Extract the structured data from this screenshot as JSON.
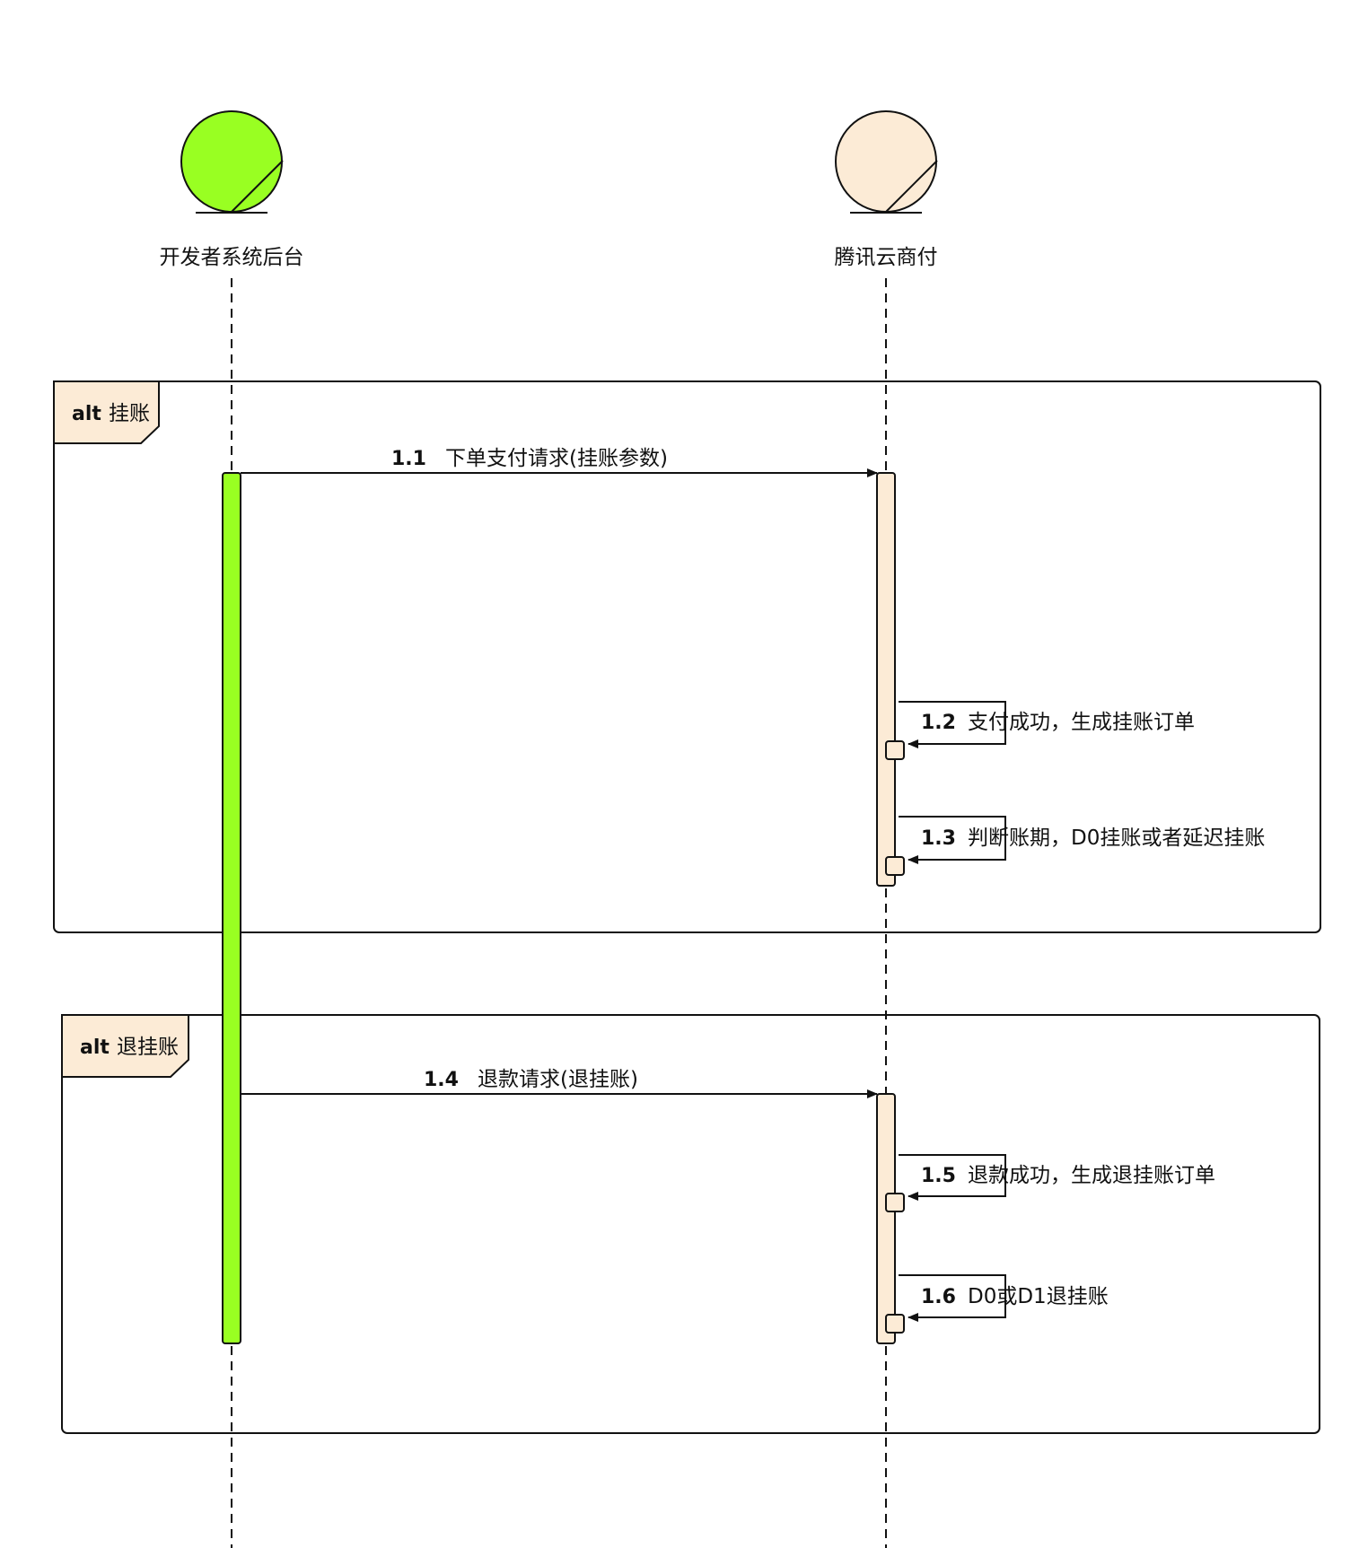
{
  "colors": {
    "developer_fill": "#99FF22",
    "tencent_fill": "#FCEBD6",
    "frame_tab_fill": "#FCEBD6",
    "line": "#111111"
  },
  "participants": [
    {
      "id": "developer",
      "label": "开发者系统后台"
    },
    {
      "id": "tencent",
      "label": "腾讯云商付"
    }
  ],
  "fragments": [
    {
      "keyword": "alt",
      "label": "挂账"
    },
    {
      "keyword": "alt",
      "label": "退挂账"
    }
  ],
  "messages": [
    {
      "num": "1.1",
      "text": "下单支付请求(挂账参数)"
    },
    {
      "num": "1.2",
      "text": "支付成功，生成挂账订单"
    },
    {
      "num": "1.3",
      "text": "判断账期，D0挂账或者延迟挂账"
    },
    {
      "num": "1.4",
      "text": "退款请求(退挂账)"
    },
    {
      "num": "1.5",
      "text": "退款成功，生成退挂账订单"
    },
    {
      "num": "1.6",
      "text": "D0或D1退挂账"
    }
  ]
}
